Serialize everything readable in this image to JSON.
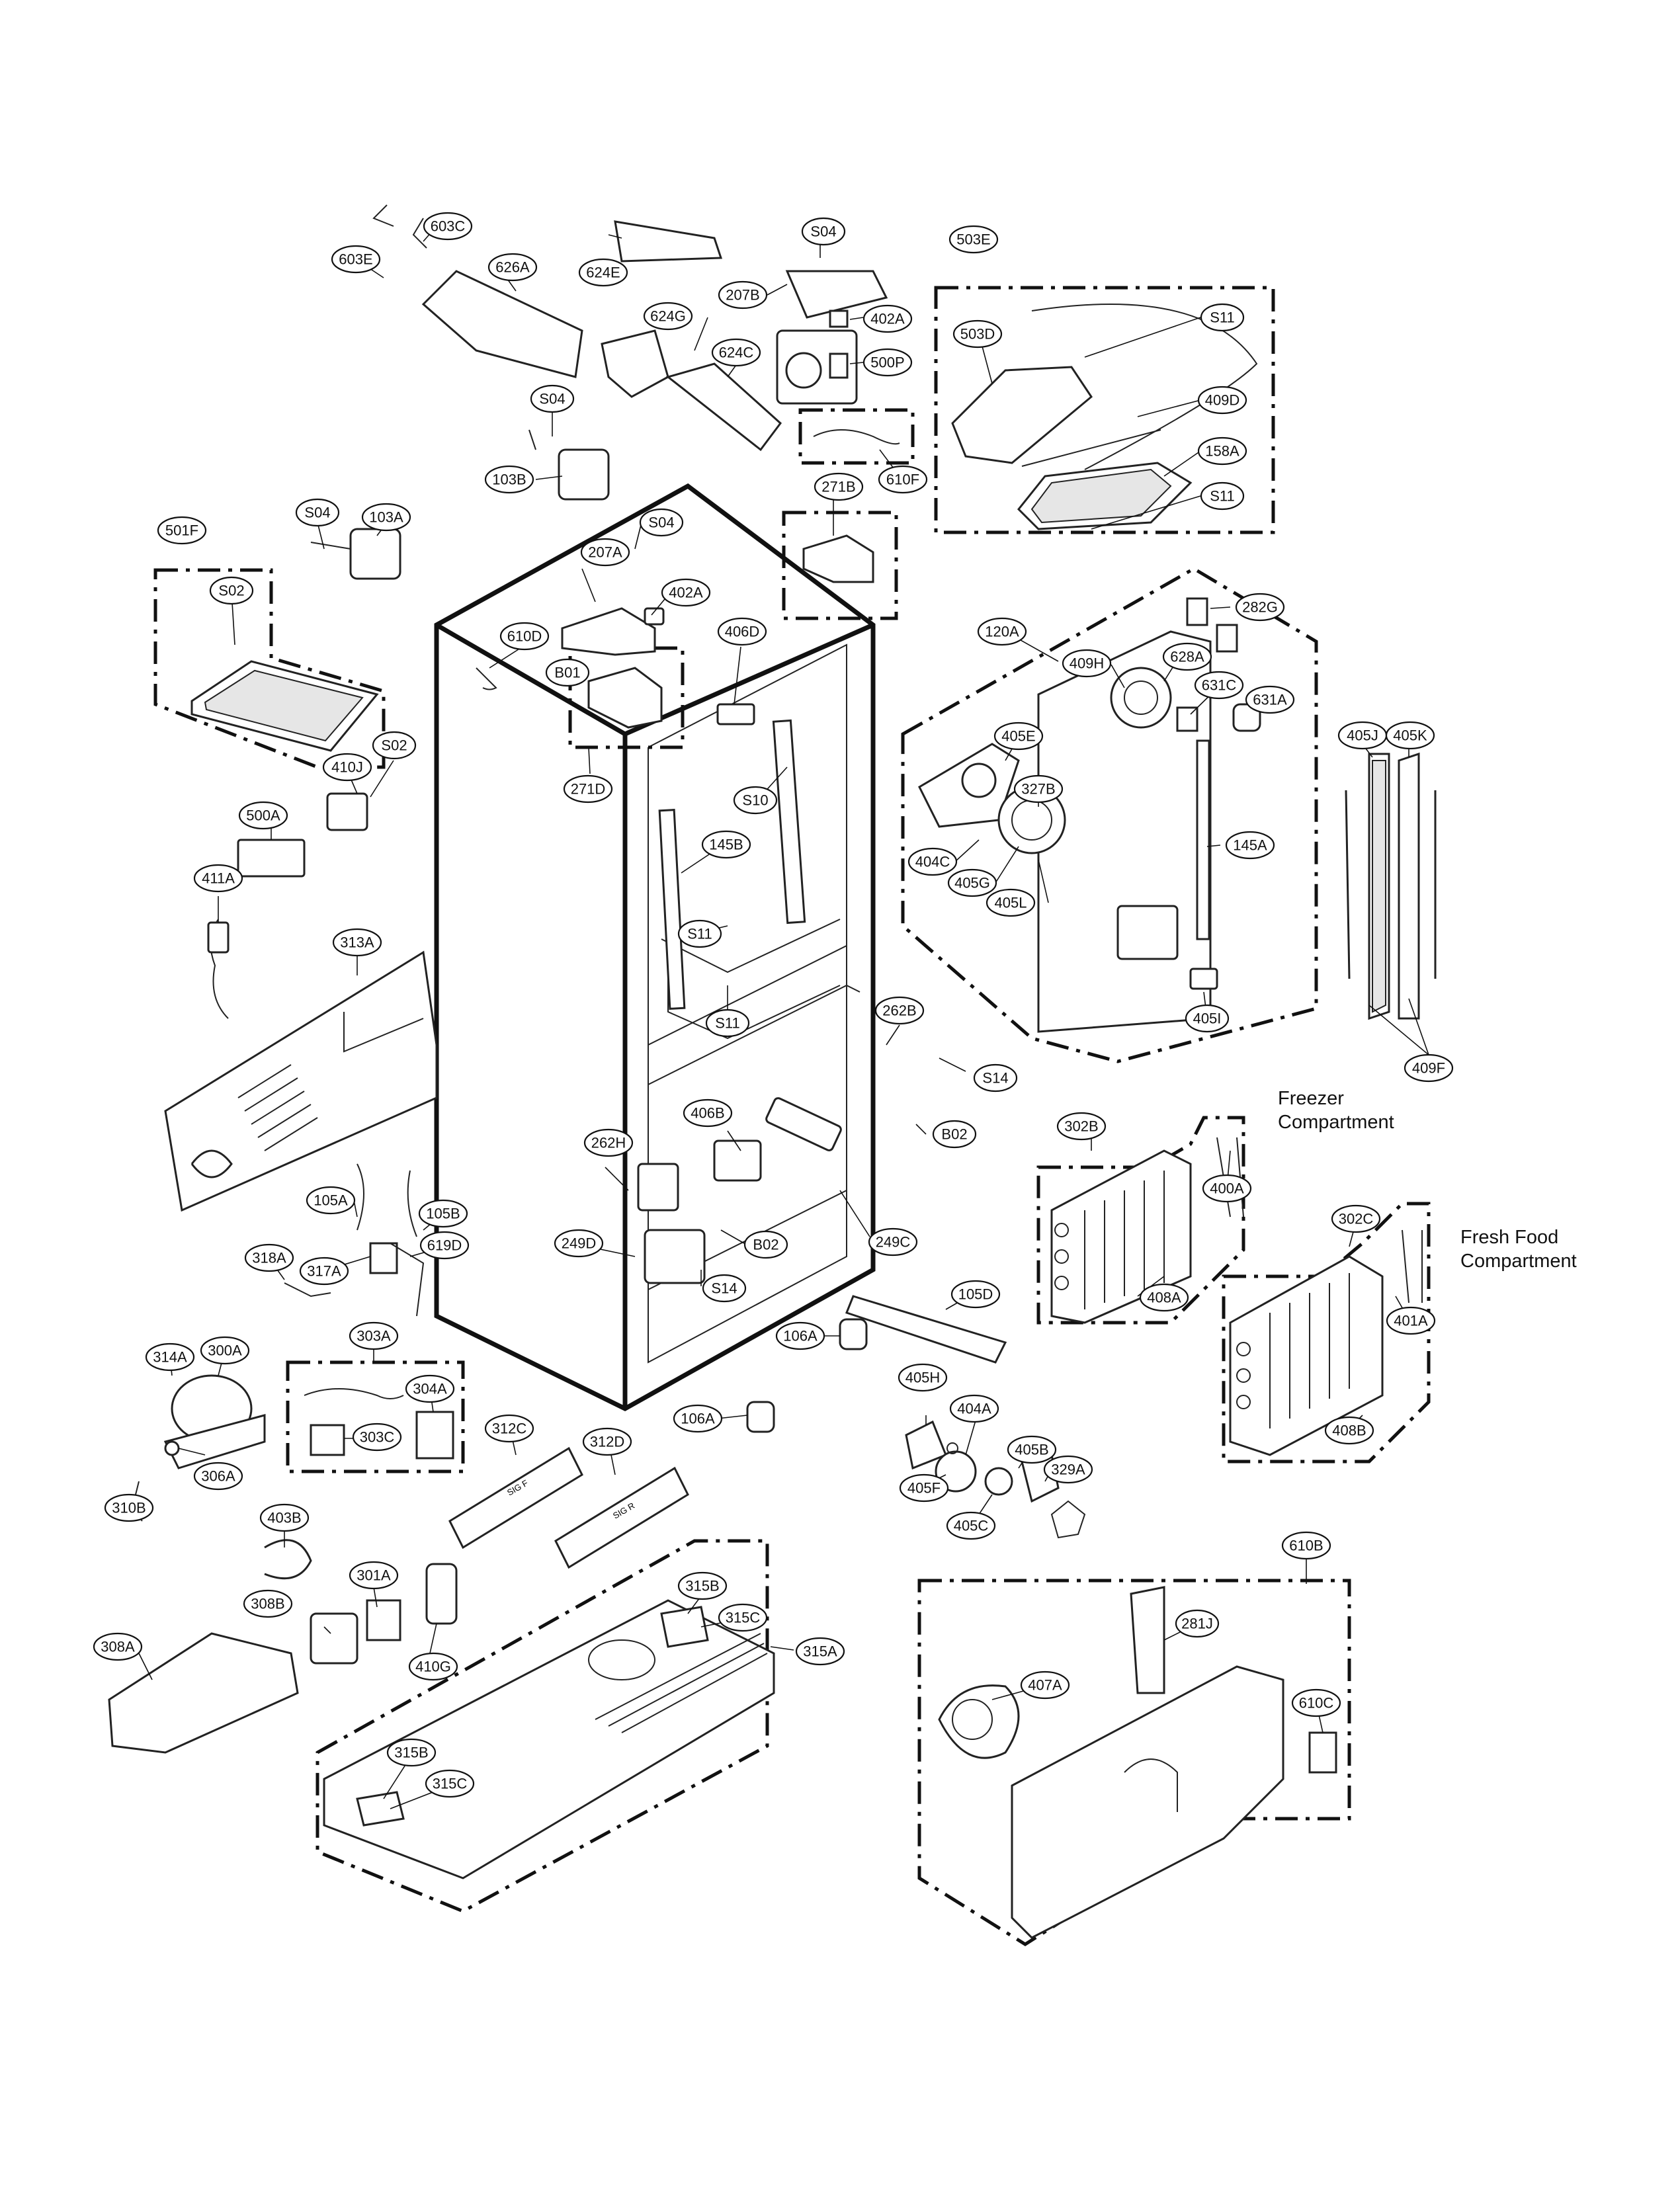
{
  "compartment_notes": {
    "freezer_line1": "Freezer",
    "freezer_line2": "Compartment",
    "fresh_line1": "Fresh Food",
    "fresh_line2": "Compartment"
  },
  "part_labels": {
    "l603C": "603C",
    "l603E": "603E",
    "l626A": "626A",
    "l624E": "624E",
    "l624G": "624G",
    "l624C": "624C",
    "lS04a": "S04",
    "l207B": "207B",
    "l402Aa": "402A",
    "l500P": "500P",
    "l610F": "610F",
    "l503E": "503E",
    "l503D": "503D",
    "lS11a": "S11",
    "l409D": "409D",
    "l158A": "158A",
    "lS11b": "S11",
    "lS04b": "S04",
    "l103B": "103B",
    "l271B": "271B",
    "lS04c": "S04",
    "l103A": "103A",
    "lS04d": "S04",
    "l501F": "501F",
    "lS02a": "S02",
    "l207A": "207A",
    "l402Ab": "402A",
    "l610D": "610D",
    "lB01": "B01",
    "l406D": "406D",
    "l271D": "271D",
    "lS10": "S10",
    "l145B": "145B",
    "lS11c": "S11",
    "lS11d": "S11",
    "l410J": "410J",
    "lS02b": "S02",
    "l500A": "500A",
    "l411A": "411A",
    "l313A": "313A",
    "l120A": "120A",
    "l282G": "282G",
    "l409H": "409H",
    "l628A": "628A",
    "l631C": "631C",
    "l631A": "631A",
    "l405E": "405E",
    "l327B": "327B",
    "l404C": "404C",
    "l405G": "405G",
    "l405L": "405L",
    "l145A": "145A",
    "l405I": "405I",
    "l405J": "405J",
    "l405K": "405K",
    "l409F": "409F",
    "l262B": "262B",
    "lS14a": "S14",
    "lB02a": "B02",
    "l406B": "406B",
    "l262H": "262H",
    "l249D": "249D",
    "lB02b": "B02",
    "l249C": "249C",
    "lS14b": "S14",
    "l302B": "302B",
    "l400A": "400A",
    "l408A": "408A",
    "l302C": "302C",
    "l401A": "401A",
    "l408B": "408B",
    "l105A": "105A",
    "l105B": "105B",
    "l619D": "619D",
    "l318A": "318A",
    "l317A": "317A",
    "l303A": "303A",
    "l304A": "304A",
    "l303C": "303C",
    "l314A": "314A",
    "l300A": "300A",
    "l306A": "306A",
    "l310B": "310B",
    "l105D": "105D",
    "l106Aa": "106A",
    "l106Ab": "106A",
    "l312C": "312C",
    "l312D": "312D",
    "l405H": "405H",
    "l404A": "404A",
    "l405B": "405B",
    "l405F": "405F",
    "l329A": "329A",
    "l405C": "405C",
    "l403B": "403B",
    "l301A": "301A",
    "l308B": "308B",
    "l410G": "410G",
    "l308A": "308A",
    "l315B": "315B",
    "l315C": "315C",
    "l315A": "315A",
    "l315Bb": "315B",
    "l315Cb": "315C",
    "l610B": "610B",
    "l281J": "281J",
    "l407A": "407A",
    "l610C": "610C"
  },
  "embossed_text": {
    "sig_f": "SIG F",
    "sig_r": "SIG R"
  }
}
